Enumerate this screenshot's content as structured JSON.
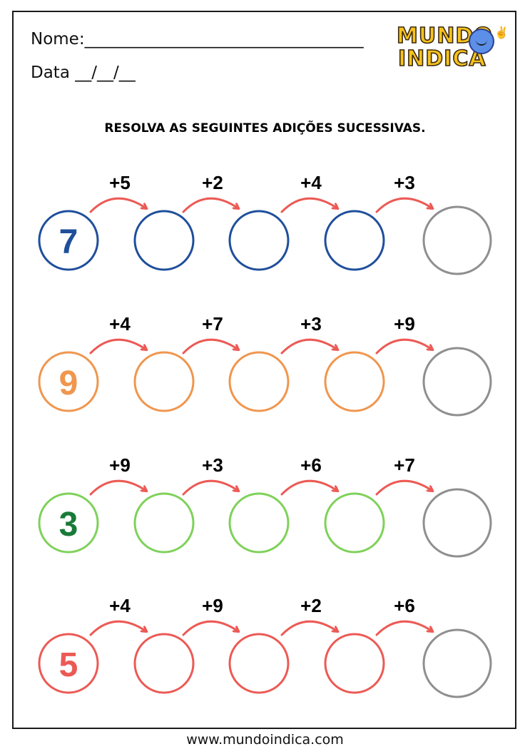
{
  "header": {
    "name_label": "Nome:__________________________________",
    "date_label": "Data __/__/__"
  },
  "logo": {
    "line1": "MUNDO",
    "line2": "INDICA",
    "brand_color": "#f7c21c"
  },
  "instruction": "RESOLVA AS SEGUINTES ADIÇÕES SUCESSIVAS.",
  "arrow_color": "#ec5a55",
  "final_circle_color": "#8f8f8f",
  "rows": [
    {
      "start": "7",
      "ring_color": "#1f4f9c",
      "number_color": "#1f4f9c",
      "steps": [
        "+5",
        "+2",
        "+4",
        "+3"
      ]
    },
    {
      "start": "9",
      "ring_color": "#f0964e",
      "number_color": "#f0964e",
      "steps": [
        "+4",
        "+7",
        "+3",
        "+9"
      ]
    },
    {
      "start": "3",
      "ring_color": "#7fd15a",
      "number_color": "#1a7a3a",
      "steps": [
        "+9",
        "+3",
        "+6",
        "+7"
      ]
    },
    {
      "start": "5",
      "ring_color": "#ec5a55",
      "number_color": "#ec5a55",
      "steps": [
        "+4",
        "+9",
        "+2",
        "+6"
      ]
    }
  ],
  "footer": "www.mundoindica.com"
}
